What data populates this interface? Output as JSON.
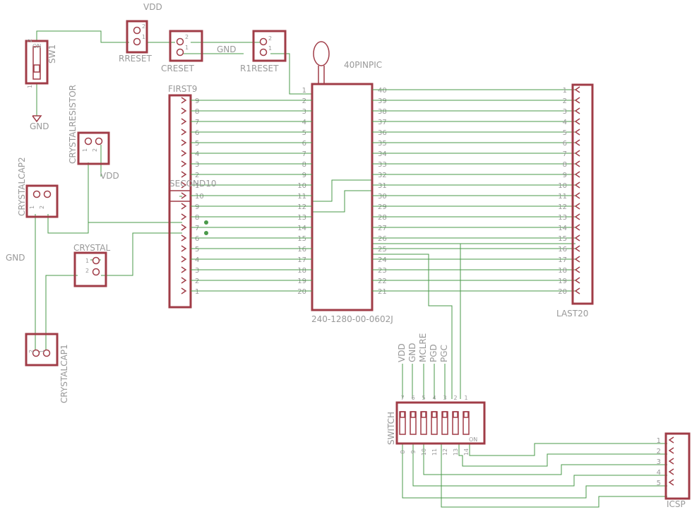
{
  "labels": {
    "sw1": "SW1",
    "on": "ON",
    "sw1_pin_top": "2",
    "sw1_pin_bottom": "1",
    "gnd_sw": "GND",
    "vdd_top": "VDD",
    "rreset": "RRESET",
    "creset": "CRESET",
    "gnd_creset": "GND",
    "r1reset": "R1RESET",
    "pin_label_2": "2",
    "pin_label_1": "1",
    "pic_name": "40PINPIC",
    "pic_value": "240-1280-00-0602J",
    "first9": "FIRST9",
    "second10": "SECOND10",
    "last20": "LAST20",
    "crystalresistor": "CRYSTALRESISTOR",
    "crystalcap2": "CRYSTALCAP2",
    "crystalcap1": "CRYSTALCAP1",
    "crystal": "CRYSTAL",
    "vdd_mid": "VDD",
    "gnd_left": "GND",
    "switch": "SWITCH",
    "switch_on": "ON",
    "icsp": "ICSP"
  },
  "pic_pins_left": [
    "1",
    "2",
    "3",
    "4",
    "5",
    "6",
    "7",
    "8",
    "9",
    "10",
    "11",
    "12",
    "13",
    "14",
    "15",
    "16",
    "17",
    "18",
    "19",
    "20"
  ],
  "pic_pins_right": [
    "40",
    "39",
    "38",
    "37",
    "36",
    "35",
    "34",
    "33",
    "32",
    "31",
    "30",
    "29",
    "28",
    "27",
    "26",
    "25",
    "24",
    "23",
    "22",
    "21"
  ],
  "first9_pins": [
    "9",
    "8",
    "7",
    "6",
    "5",
    "4",
    "3",
    "2",
    "1"
  ],
  "second10_pins": [
    "10",
    "9",
    "8",
    "7",
    "6",
    "5",
    "4",
    "3",
    "2",
    "1"
  ],
  "last20_pins": [
    "1",
    "2",
    "3",
    "4",
    "5",
    "6",
    "7",
    "8",
    "9",
    "10",
    "11",
    "12",
    "13",
    "14",
    "15",
    "16",
    "17",
    "18",
    "19",
    "20"
  ],
  "switch_signals": [
    "VDD",
    "GND",
    "MCLRE",
    "PGD",
    "PGC"
  ],
  "switch_top_pins": [
    "7",
    "6",
    "5",
    "4",
    "3",
    "2",
    "1"
  ],
  "switch_bottom_pins": [
    "8",
    "9",
    "10",
    "11",
    "12",
    "13",
    "14"
  ],
  "icsp_pins": [
    "1",
    "2",
    "3",
    "4",
    "5"
  ]
}
